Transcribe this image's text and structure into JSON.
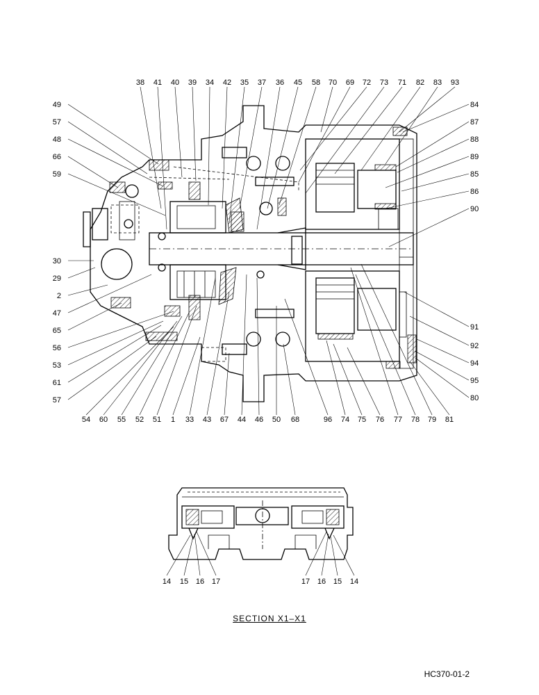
{
  "drawing": {
    "section_title": "SECTION  X1–X1",
    "doc_code": "HC370-01-2",
    "callouts": {
      "top": [
        "38",
        "41",
        "40",
        "39",
        "34",
        "42",
        "35",
        "37",
        "36",
        "45",
        "58",
        "70",
        "69",
        "72",
        "73",
        "71",
        "82",
        "83",
        "93"
      ],
      "left": [
        "49",
        "57",
        "48",
        "66",
        "59",
        "30",
        "29",
        "2",
        "47",
        "65",
        "56",
        "53",
        "61",
        "57"
      ],
      "right": [
        "84",
        "87",
        "88",
        "89",
        "85",
        "86",
        "90",
        "91",
        "92",
        "94",
        "95",
        "80"
      ],
      "bottom": [
        "54",
        "60",
        "55",
        "52",
        "51",
        "1",
        "33",
        "43",
        "67",
        "44",
        "46",
        "50",
        "68",
        "96",
        "74",
        "75",
        "76",
        "77",
        "78",
        "79",
        "81"
      ],
      "section_left": [
        "14",
        "15",
        "16",
        "17"
      ],
      "section_right": [
        "17",
        "16",
        "15",
        "14"
      ]
    }
  }
}
